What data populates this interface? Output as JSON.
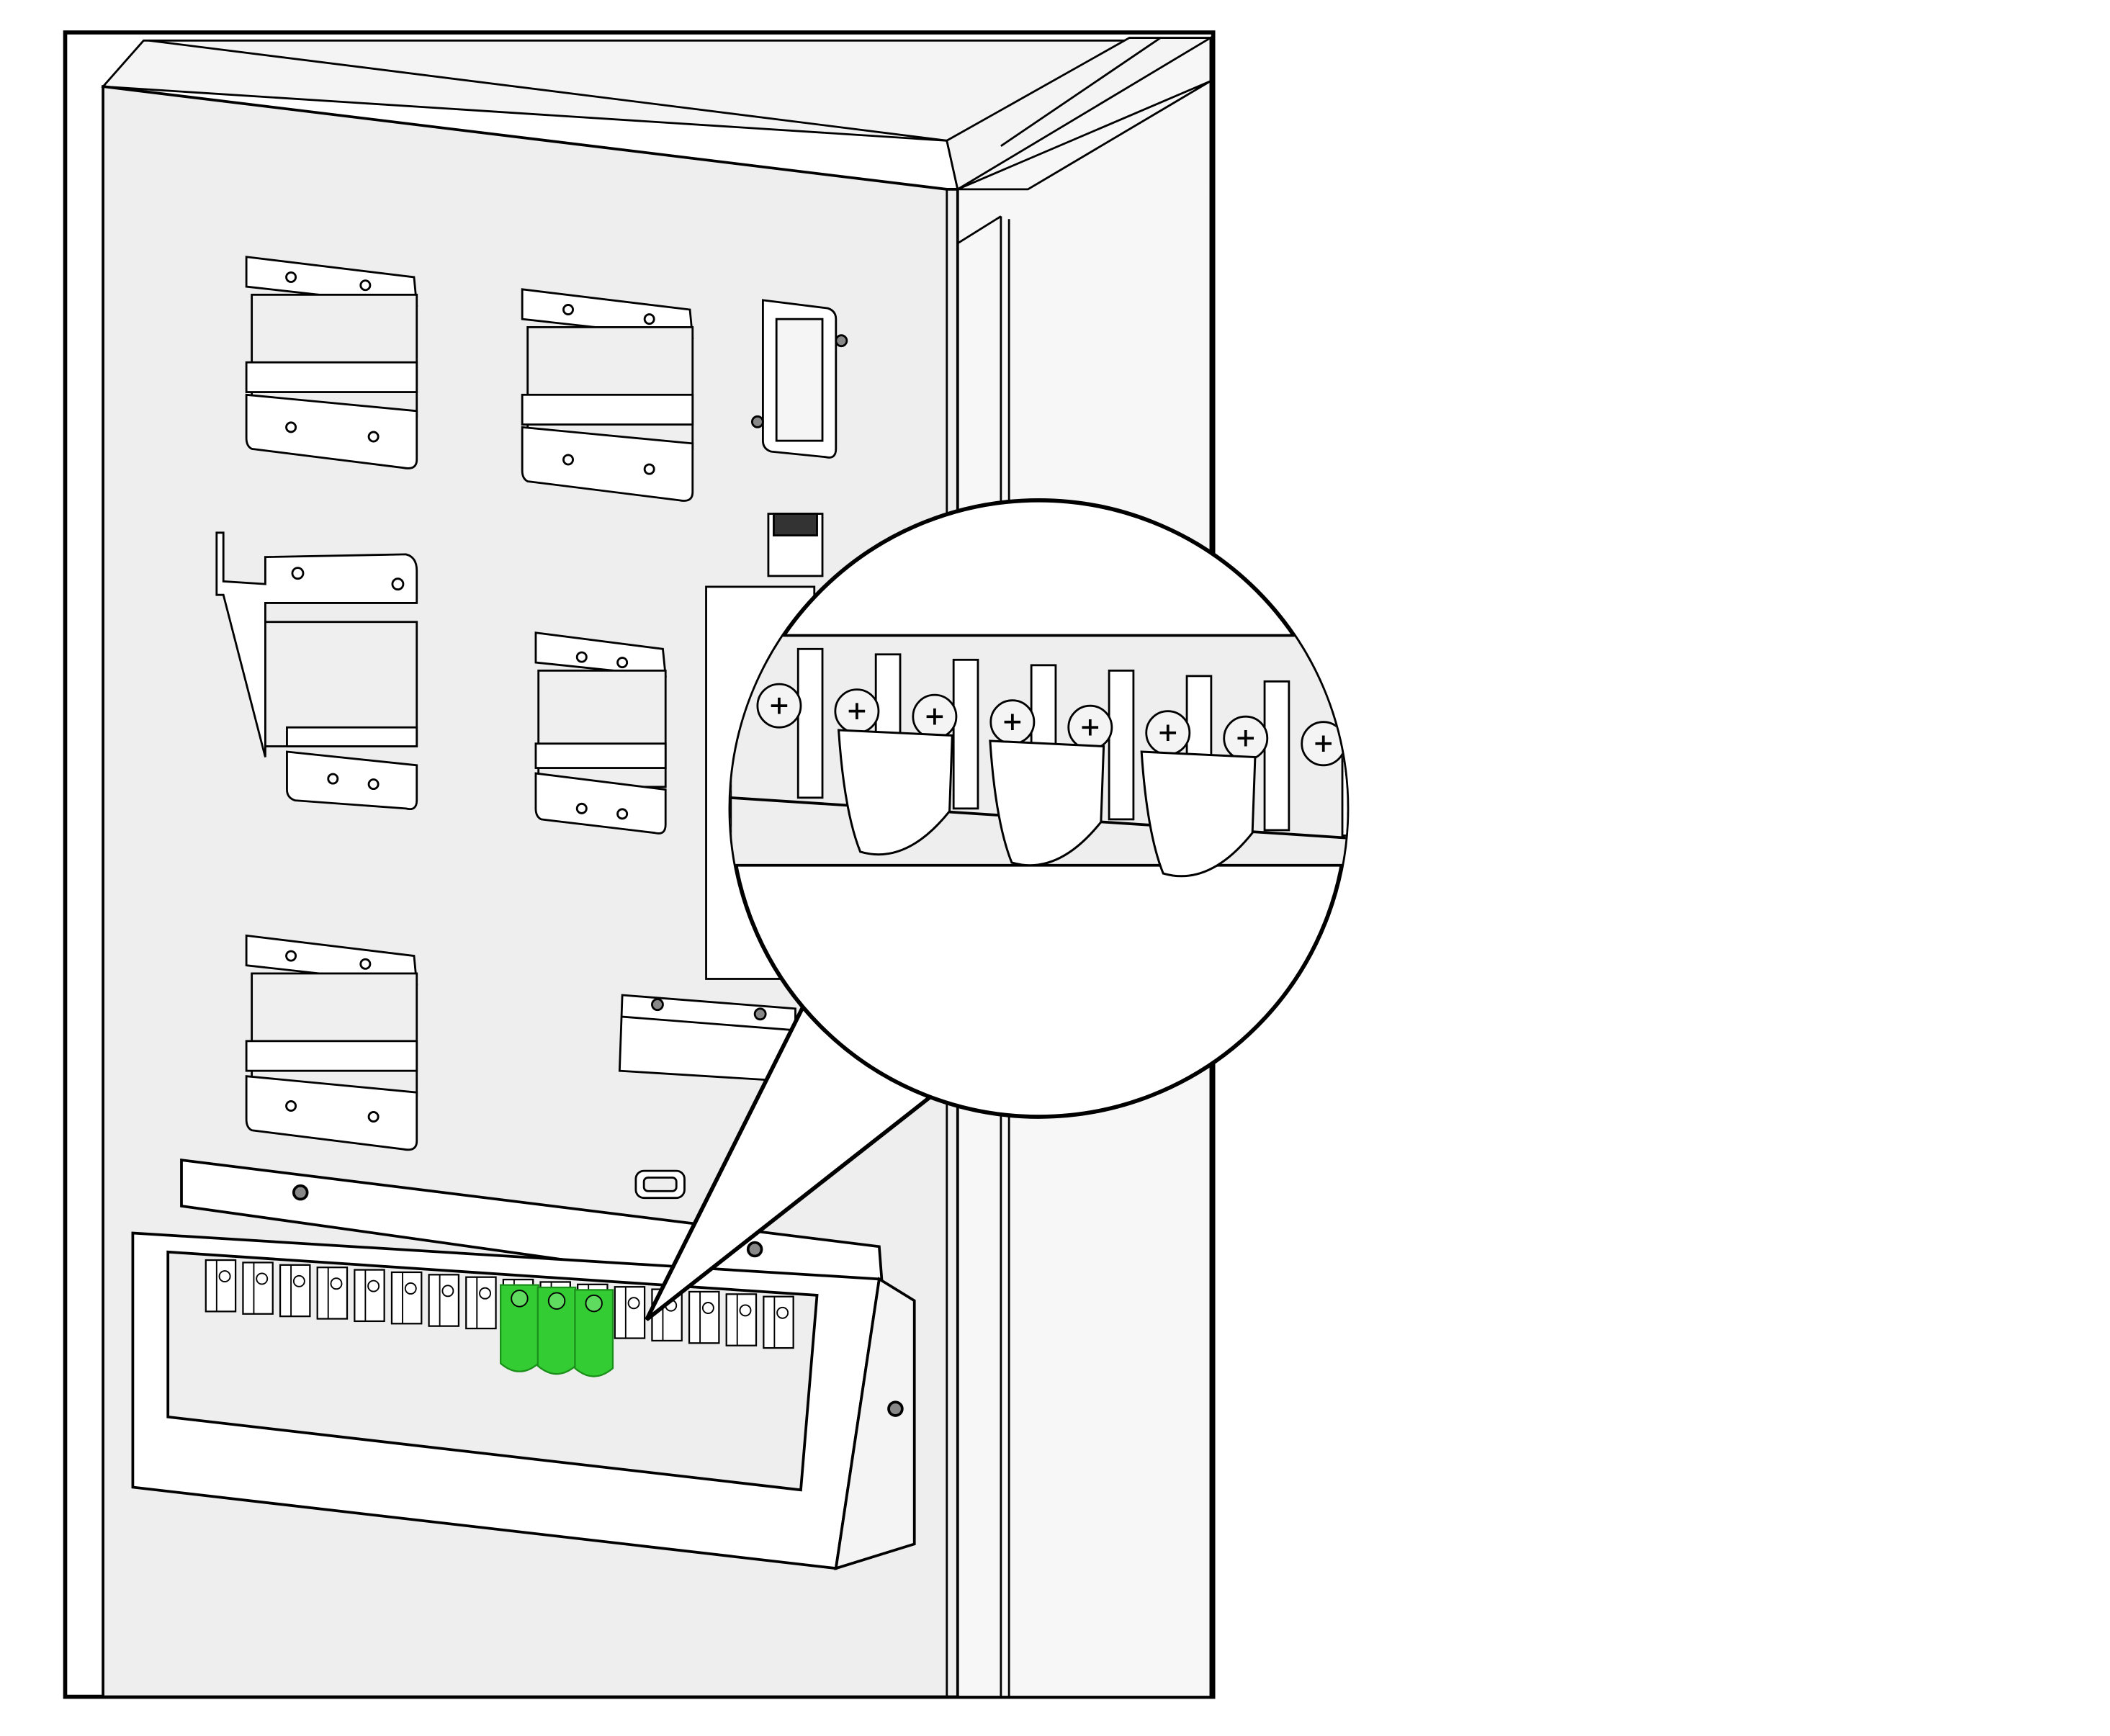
{
  "diagram": {
    "frame_color": "#000000",
    "background_color": "#ffffff",
    "panel_color": "#eeeeee",
    "highlight_color": "#33cc33",
    "highlight_dark_color": "#1a8f1a",
    "terminal_block": {
      "terminal_count": 16,
      "highlighted_terminals": [
        9,
        10,
        11
      ]
    },
    "magnified_view": {
      "visible_screws": 8,
      "visible_lugs": 3
    }
  }
}
